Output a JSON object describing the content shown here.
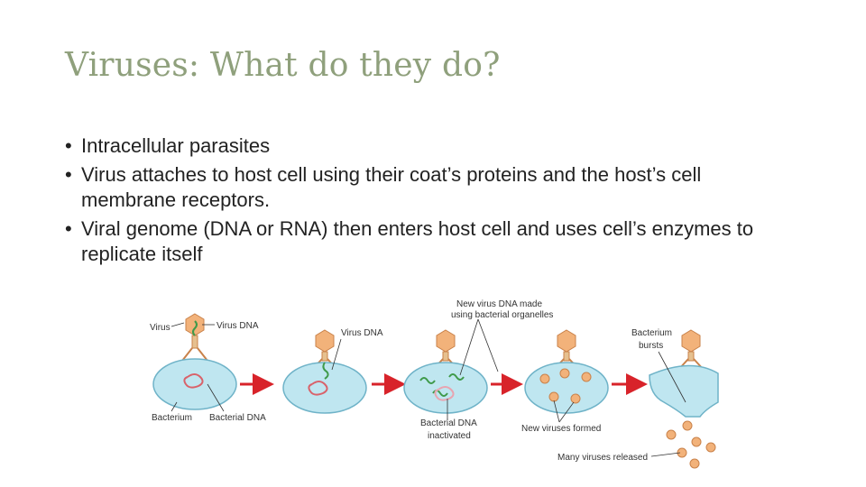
{
  "slide": {
    "title": "Viruses: What do they do?",
    "bullets": [
      "Intracellular parasites",
      "Virus attaches to host cell using their coat’s proteins and the host’s cell membrane receptors.",
      "Viral genome (DNA or RNA) then enters host cell and uses cell’s enzymes to replicate itself"
    ],
    "bullet_marker": "•"
  },
  "diagram": {
    "labels": {
      "virus": "Virus",
      "virus_dna_1": "Virus DNA",
      "bacterium": "Bacterium",
      "bacterial_dna": "Bacterial DNA",
      "virus_dna_2": "Virus DNA",
      "new_virus_dna_line1": "New virus DNA made",
      "new_virus_dna_line2": "using bacterial organelles",
      "bacterial_dna_inactivated_line1": "Bacterial DNA",
      "bacterial_dna_inactivated_line2": "inactivated",
      "new_viruses_formed": "New viruses formed",
      "bacterium_bursts_line1": "Bacterium",
      "bacterium_bursts_line2": "bursts",
      "many_viruses_released": "Many viruses released"
    },
    "colors": {
      "cell_fill": "#bfe6f0",
      "cell_stroke": "#6fb3c8",
      "virus_head": "#f2b27a",
      "virus_stroke": "#c9824a",
      "viral_dna": "#3f9a4a",
      "bacterial_dna": "#d9626a",
      "arrow": "#d8232a"
    }
  }
}
